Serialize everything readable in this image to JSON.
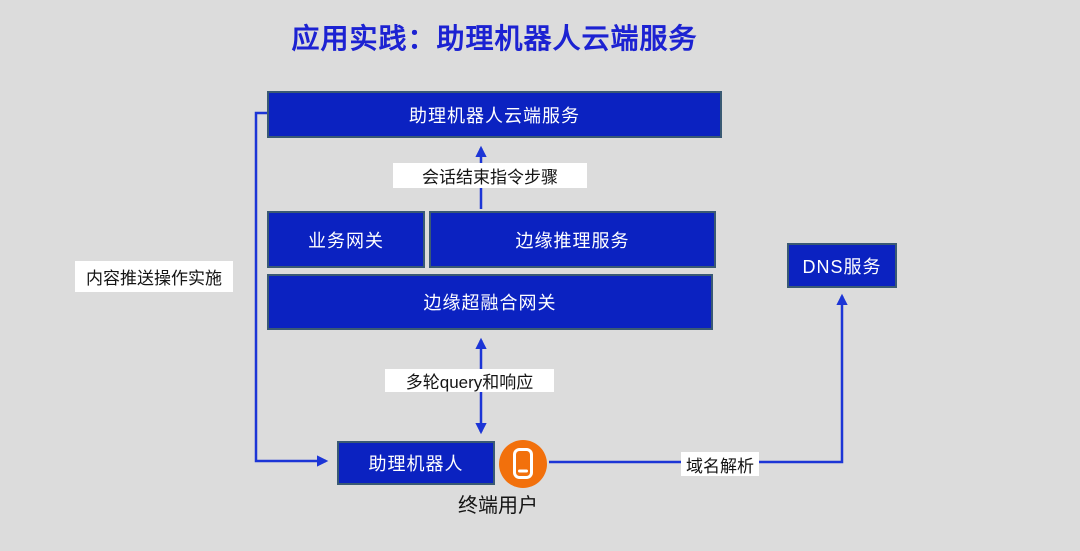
{
  "title": "应用实践：助理机器人云端服务",
  "nodes": {
    "cloud_service": "助理机器人云端服务",
    "business_gateway": "业务网关",
    "edge_inference": "边缘推理服务",
    "edge_hci_gateway": "边缘超融合网关",
    "assistant_robot": "助理机器人",
    "dns_service": "DNS服务"
  },
  "flow_labels": {
    "session_end": "会话结束指令步骤",
    "multi_turn_query": "多轮query和响应",
    "content_push": "内容推送操作实施",
    "domain_resolution": "域名解析",
    "end_user": "终端用户"
  },
  "edges": [
    {
      "from": "边缘推理服务",
      "to": "助理机器人云端服务",
      "label": "会话结束指令步骤",
      "style": "arrow-up"
    },
    {
      "from": "边缘超融合网关",
      "to": "助理机器人",
      "label": "多轮query和响应",
      "style": "double-arrow-vertical"
    },
    {
      "from": "助理机器人云端服务",
      "to": "助理机器人",
      "label": "内容推送操作实施",
      "style": "elbow-arrow-left-side"
    },
    {
      "from": "终端用户",
      "to": "DNS服务",
      "label": "域名解析",
      "style": "elbow-arrow-up"
    }
  ],
  "icons": {
    "end_user": "phone-icon"
  },
  "colors": {
    "background": "#dcdcdc",
    "box_fill": "#0b22c1",
    "box_border": "#3a5a74",
    "box_text": "#ffffff",
    "line": "#1c35d6",
    "title": "#1c22d2",
    "label_bg": "#ffffff",
    "label_text": "#141414",
    "user_icon": "#f2700c"
  }
}
